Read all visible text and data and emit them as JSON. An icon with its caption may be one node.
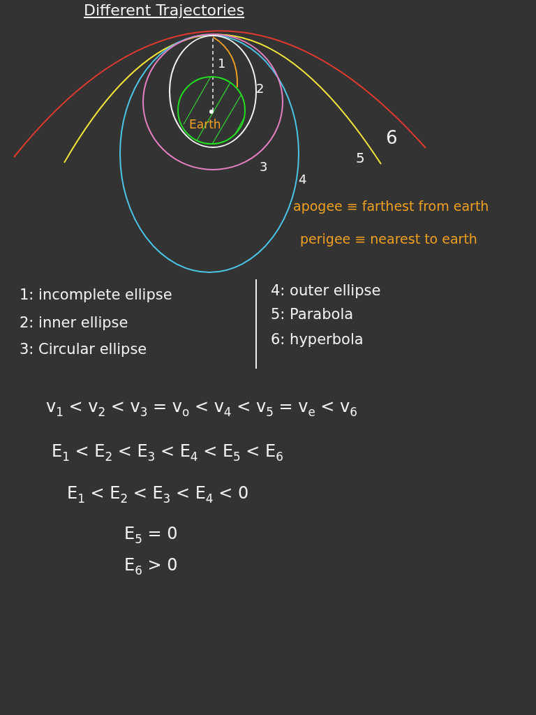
{
  "diagram": {
    "title": "Different Trajectories",
    "nodes": [
      {
        "text": [
          "Earth"
        ]
      }
    ],
    "labels": [
      "1",
      "2",
      "3",
      "4",
      "5",
      "6",
      "apogee ≡ farthest from earth",
      "perigee ≡ nearest to earth",
      "1: incomplete ellipse",
      "2: inner ellipse",
      "3: Circular ellipse",
      "4: outer ellipse",
      "5: Parabola",
      "6: hyperbola",
      "v$_{1}$ < v$_{2}$ < v$_{3}$ = v$_{o}$ < v$_{4}$ < v$_{5}$ = v$_{e}$ < v$_{6}$",
      "E$_{1}$ < E$_{2}$ < E$_{3}$ < E$_{4}$ < E$_{5}$ < E$_{6}$",
      "E$_{1}$ < E$_{2}$ < E$_{3}$ < E$_{4}$ < 0",
      "E$_{5}$ = 0",
      "E$_{6}$ > 0"
    ]
  }
}
